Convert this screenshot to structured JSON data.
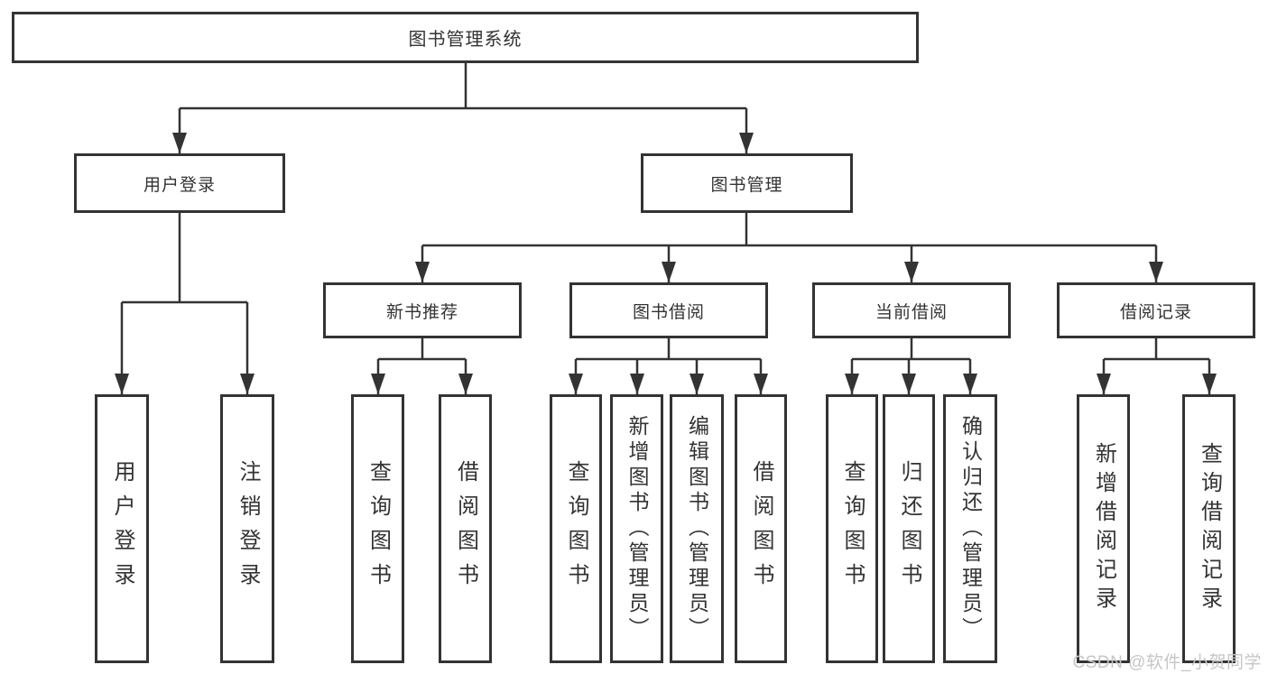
{
  "nodes": {
    "root": "图书管理系统",
    "user_login": "用户登录",
    "book_mgmt": "图书管理",
    "new_book_rec": "新书推荐",
    "book_borrow": "图书借阅",
    "current_borrow": "当前借阅",
    "borrow_records": "借阅记录",
    "ul_login": "用户登录",
    "ul_logout": "注销登录",
    "nbr_query": "查询图书",
    "nbr_borrow": "借阅图书",
    "bb_query": "查询图书",
    "bb_add": "新增图书（管理员）",
    "bb_edit": "编辑图书（管理员）",
    "bb_borrow": "借阅图书",
    "cb_query": "查询图书",
    "cb_return": "归还图书",
    "cb_confirm": "确认归还（管理员）",
    "br_add": "新增借阅记录",
    "br_query": "查询借阅记录"
  },
  "hierarchy": {
    "root": "图书管理系统",
    "children": [
      {
        "label": "用户登录",
        "children": [
          "用户登录",
          "注销登录"
        ]
      },
      {
        "label": "图书管理",
        "children": [
          {
            "label": "新书推荐",
            "children": [
              "查询图书",
              "借阅图书"
            ]
          },
          {
            "label": "图书借阅",
            "children": [
              "查询图书",
              "新增图书（管理员）",
              "编辑图书（管理员）",
              "借阅图书"
            ]
          },
          {
            "label": "当前借阅",
            "children": [
              "查询图书",
              "归还图书",
              "确认归还（管理员）"
            ]
          },
          {
            "label": "借阅记录",
            "children": [
              "新增借阅记录",
              "查询借阅记录"
            ]
          }
        ]
      }
    ]
  },
  "colors": {
    "line": "#333333",
    "box_border": "#333333",
    "text": "#333333",
    "watermark": "#c6c6c6",
    "background": "#ffffff"
  },
  "watermark": "CSDN @软件_小贺同学"
}
